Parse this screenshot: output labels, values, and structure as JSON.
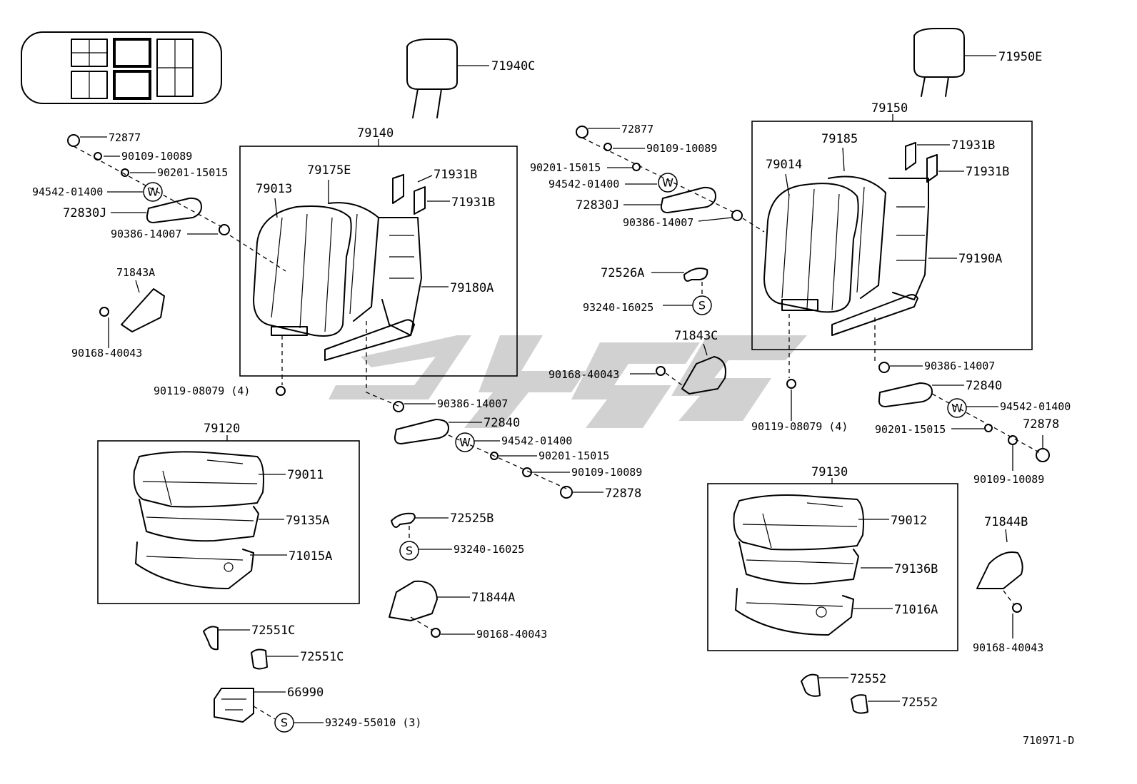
{
  "drawing_id": "710971-D",
  "symbols": {
    "washer": "W",
    "spring": "S"
  },
  "groups": {
    "g79140": "79140",
    "g79150": "79150",
    "g79120": "79120",
    "g79130": "79130"
  },
  "labels": {
    "hr_left": "71940C",
    "hr_right": "71950E",
    "l_72877": "72877",
    "l_90109": "90109-10089",
    "l_90201": "90201-15015",
    "l_94542": "94542-01400",
    "l_72830J": "72830J",
    "l_90386": "90386-14007",
    "l_71843A": "71843A",
    "l_90168": "90168-40043",
    "l_79013": "79013",
    "l_79175E": "79175E",
    "l_71931B_a": "71931B",
    "l_71931B_b": "71931B",
    "l_79180A": "79180A",
    "l_90119": "90119-08079 (4)",
    "c_90386": "90386-14007",
    "c_72840": "72840",
    "c_94542": "94542-01400",
    "c_90201": "90201-15015",
    "c_90109": "90109-10089",
    "c_72878": "72878",
    "c_72525B": "72525B",
    "c_93240": "93240-16025",
    "c_71844A": "71844A",
    "c_90168": "90168-40043",
    "l_79011": "79011",
    "l_79135A": "79135A",
    "l_71015A": "71015A",
    "l_72551C_a": "72551C",
    "l_72551C_b": "72551C",
    "l_66990": "66990",
    "l_93249": "93249-55010 (3)",
    "m_72877": "72877",
    "m_90109": "90109-10089",
    "m_90201": "90201-15015",
    "m_94542": "94542-01400",
    "m_72830J": "72830J",
    "m_90386": "90386-14007",
    "m_72526A": "72526A",
    "m_93240": "93240-16025",
    "m_71843C": "71843C",
    "m_90168": "90168-40043",
    "m_90119": "90119-08079 (4)",
    "r_79185": "79185",
    "r_79014": "79014",
    "r_71931B_a": "71931B",
    "r_71931B_b": "71931B",
    "r_79190A": "79190A",
    "r_90386": "90386-14007",
    "r_72840": "72840",
    "r_94542": "94542-01400",
    "r_90201": "90201-15015",
    "r_72878": "72878",
    "r_90109": "90109-10089",
    "r_71844B": "71844B",
    "r_90168": "90168-40043",
    "r_79012": "79012",
    "r_79136B": "79136B",
    "r_71016A": "71016A",
    "r_72552_a": "72552",
    "r_72552_b": "72552"
  }
}
